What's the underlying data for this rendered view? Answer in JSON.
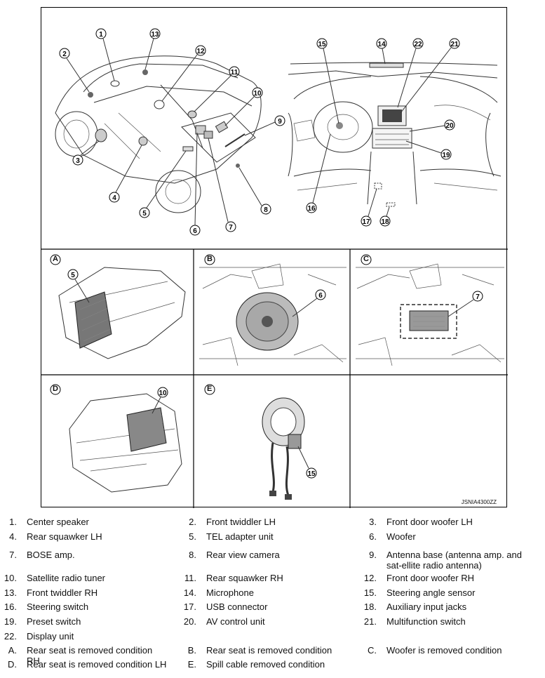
{
  "figure_id": "JSNIA4300ZZ",
  "panel_letters": [
    "A",
    "B",
    "C",
    "D",
    "E"
  ],
  "legend": [
    {
      "num": "1.",
      "text": "Center speaker"
    },
    {
      "num": "2.",
      "text": "Front twiddler LH"
    },
    {
      "num": "3.",
      "text": "Front door woofer LH"
    },
    {
      "num": "4.",
      "text": "Rear squawker LH"
    },
    {
      "num": "5.",
      "text": "TEL adapter unit"
    },
    {
      "num": "6.",
      "text": "Woofer"
    },
    {
      "num": "7.",
      "text": "BOSE amp."
    },
    {
      "num": "8.",
      "text": "Rear view camera"
    },
    {
      "num": "9.",
      "text": "Antenna base (antenna amp. and sat-ellite radio antenna)"
    },
    {
      "num": "10.",
      "text": "Satellite radio tuner"
    },
    {
      "num": "11.",
      "text": "Rear squawker RH"
    },
    {
      "num": "12.",
      "text": "Front door woofer RH"
    },
    {
      "num": "13.",
      "text": "Front twiddler RH"
    },
    {
      "num": "14.",
      "text": "Microphone"
    },
    {
      "num": "15.",
      "text": "Steering angle sensor"
    },
    {
      "num": "16.",
      "text": "Steering switch"
    },
    {
      "num": "17.",
      "text": "USB connector"
    },
    {
      "num": "18.",
      "text": "Auxiliary input jacks"
    },
    {
      "num": "19.",
      "text": "Preset switch"
    },
    {
      "num": "20.",
      "text": "AV control unit"
    },
    {
      "num": "21.",
      "text": "Multifunction switch"
    },
    {
      "num": "22.",
      "text": "Display unit"
    },
    {
      "num": "A.",
      "text": "Rear seat is removed condition RH"
    },
    {
      "num": "B.",
      "text": "Rear seat is removed condition"
    },
    {
      "num": "C.",
      "text": "Woofer is removed condition"
    },
    {
      "num": "D.",
      "text": "Rear seat is removed condition LH"
    },
    {
      "num": "E.",
      "text": "Spill cable removed condition"
    }
  ]
}
